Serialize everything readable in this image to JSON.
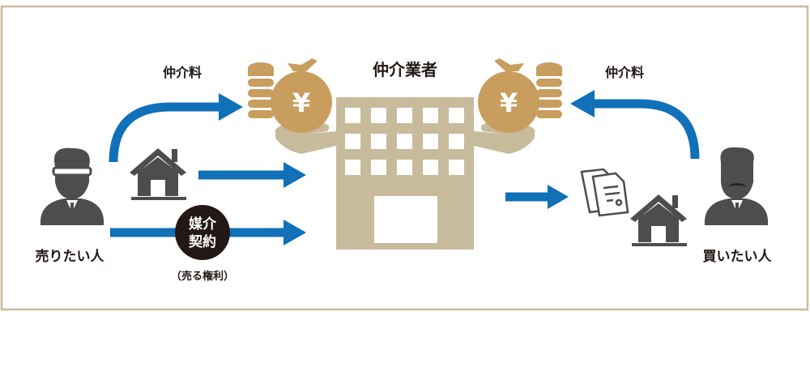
{
  "title": "仲介業者",
  "fee_left": "仲介料",
  "fee_right": "仲介料",
  "seller": "売りたい人",
  "buyer": "買いたい人",
  "contract": {
    "line1": "媒介",
    "line2": "契約"
  },
  "right_to_sell": "（売る権利）",
  "yen_symbol": "¥",
  "colors": {
    "arrow": "#1070b8",
    "building": "#c8bb9b",
    "gold": "#c89d5e",
    "frame": "#c9bc9c",
    "icon": "#4d4d4d"
  }
}
